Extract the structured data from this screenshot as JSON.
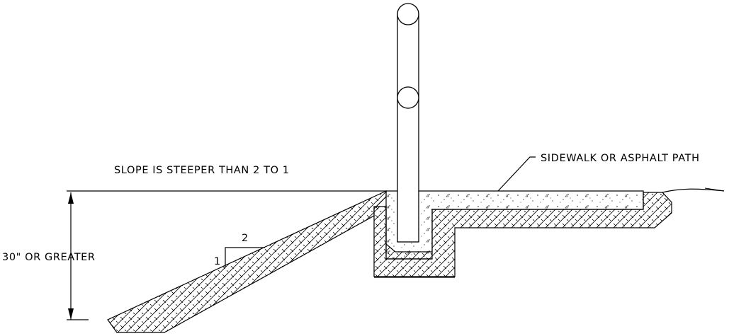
{
  "labels": {
    "slope_note": "SLOPE IS STEEPER THAN 2 TO 1",
    "surface_callout": "SIDEWALK OR ASPHALT PATH",
    "height_dimension": "30\" OR GREATER",
    "slope_rise": "1",
    "slope_run": "2"
  },
  "colors": {
    "line": "#000000",
    "background": "#ffffff"
  }
}
